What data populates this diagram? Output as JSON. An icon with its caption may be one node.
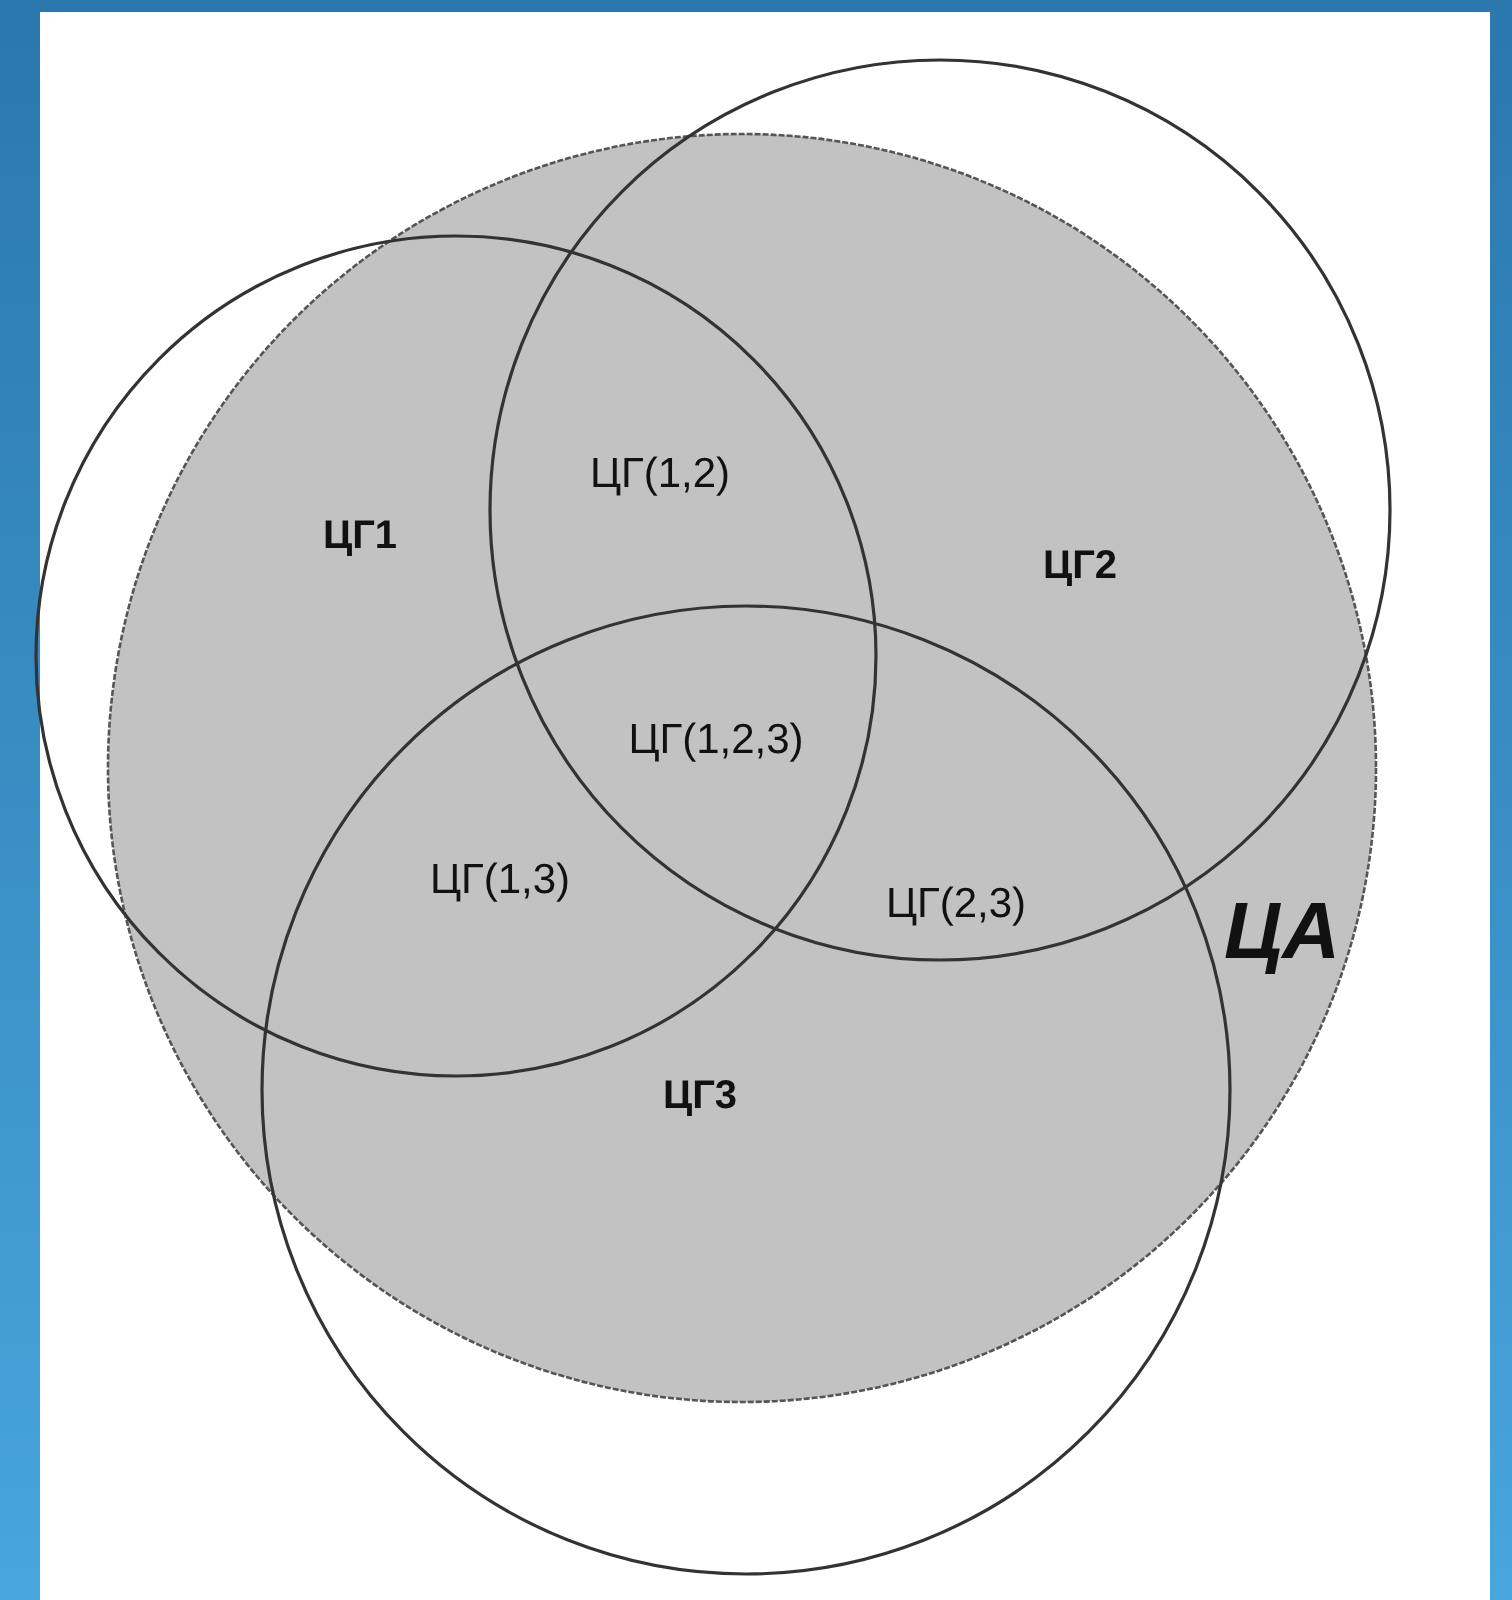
{
  "diagram": {
    "nodes": [
      {
        "text": [
          "ЦА"
        ]
      },
      {
        "text": [
          "ЦГ1"
        ]
      },
      {
        "text": [
          "ЦГ2"
        ]
      },
      {
        "text": [
          "ЦГ3"
        ]
      }
    ],
    "labels": [
      "ЦГ(1,2)",
      "ЦГ(1,2,3)",
      "ЦГ(1,3)",
      "ЦГ(2,3)"
    ]
  }
}
